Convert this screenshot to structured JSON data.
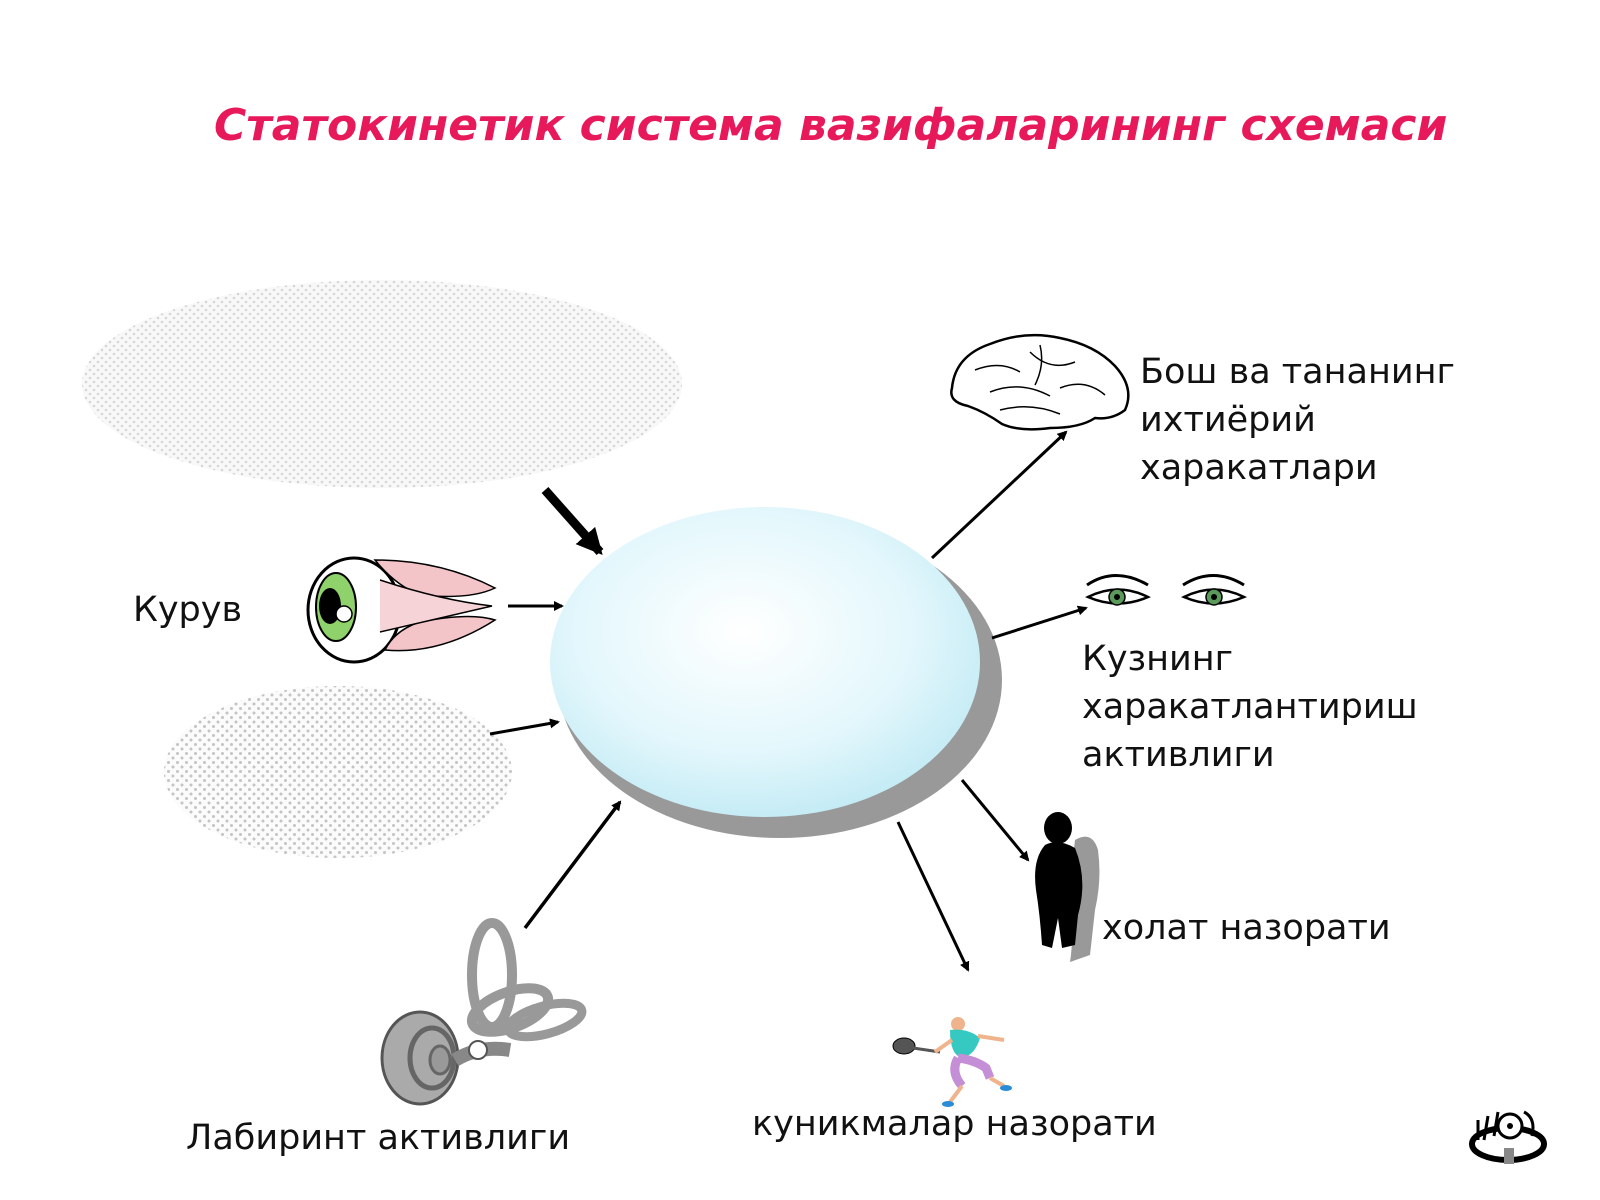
{
  "title": "Статокинетик система вазифаларининг схемаси",
  "labels": {
    "vision": "Курув",
    "head_body": "Бош ва тананинг\nихтиёрий\nхаракатлари",
    "eye_movement": "Кузнинг\nхаракатлантириш\nактивлиги",
    "posture": "холат назорати",
    "labyrinth": "Лабиринт активлиги",
    "locomotion": "куникмалар назорати"
  },
  "colors": {
    "title": "#e8195a",
    "center_ellipse": "#dff6fb",
    "center_shadow": "#9a9a9a",
    "arrow": "#000000"
  },
  "icons": [
    "eyeball-icon",
    "brain-icon",
    "eyes-icon",
    "human-silhouette-icon",
    "inner-ear-icon",
    "tennis-player-icon",
    "logo-icon"
  ]
}
